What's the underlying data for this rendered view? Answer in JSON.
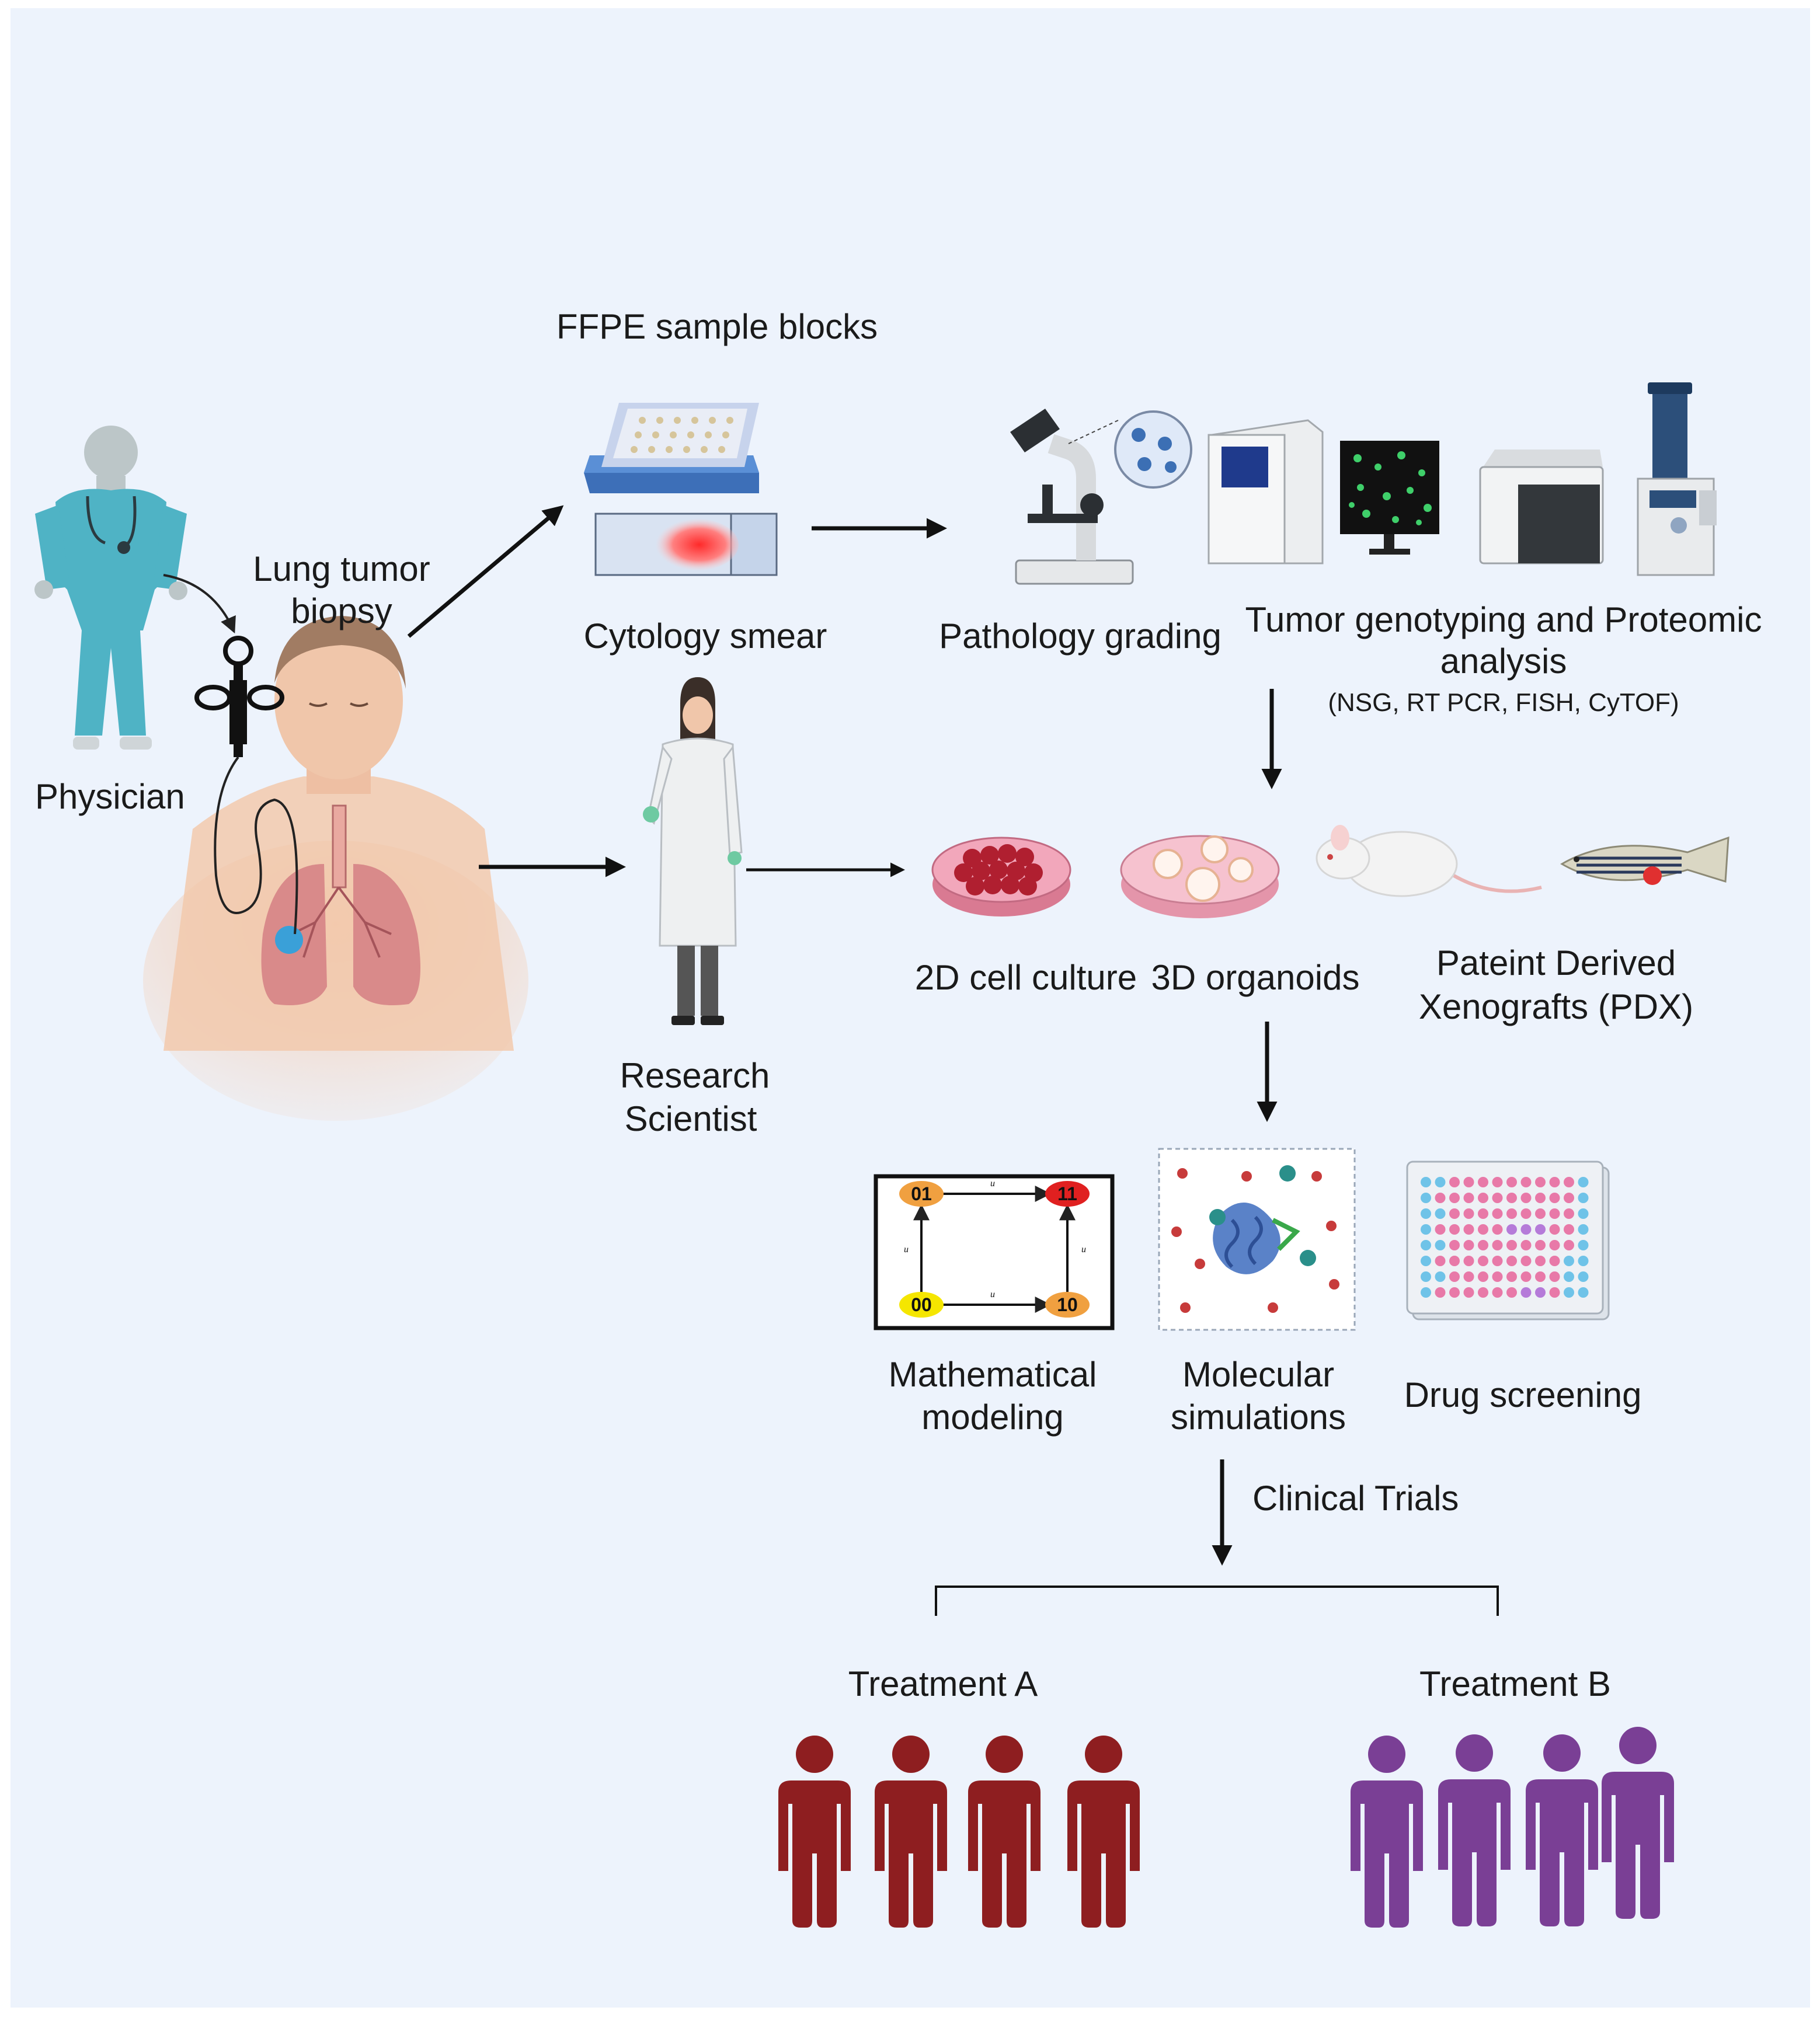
{
  "colors": {
    "background": "#edf3fc",
    "arrow": "#111111",
    "treatment_a": "#8e1e20",
    "treatment_b": "#7a3f95",
    "scrubs": "#4fb3c5",
    "skin": "#f0c6aa",
    "lung": "#d98a8a",
    "dish": "#f2a7bb",
    "instrument": "#e8eaed"
  },
  "labels": {
    "physician": "Physician",
    "lung_biopsy_1": "Lung tumor",
    "lung_biopsy_2": "biopsy",
    "ffpe": "FFPE sample blocks",
    "cytology": "Cytology smear",
    "pathology": "Pathology grading",
    "genotyping_1": "Tumor genotyping and Proteomic",
    "genotyping_2": "analysis",
    "genotyping_methods": "(NSG, RT PCR, FISH, CyTOF)",
    "research_1": "Research",
    "research_2": "Scientist",
    "culture_2d": "2D cell culture",
    "organoids_3d": "3D organoids",
    "pdx_1": "Pateint Derived",
    "pdx_2": "Xenografts (PDX)",
    "math_1": "Mathematical",
    "math_2": "modeling",
    "molsim_1": "Molecular",
    "molsim_2": "simulations",
    "drug": "Drug screening",
    "trials": "Clinical Trials",
    "treat_a": "Treatment A",
    "treat_b": "Treatment B"
  },
  "state_diagram": {
    "nodes": [
      "00",
      "01",
      "10",
      "11"
    ],
    "node_colors": {
      "00": "#f5e600",
      "01": "#f0a040",
      "10": "#f0a040",
      "11": "#e02020"
    },
    "edge_label": "u"
  },
  "treatment_groups": {
    "a_count": 4,
    "b_count": 4
  }
}
